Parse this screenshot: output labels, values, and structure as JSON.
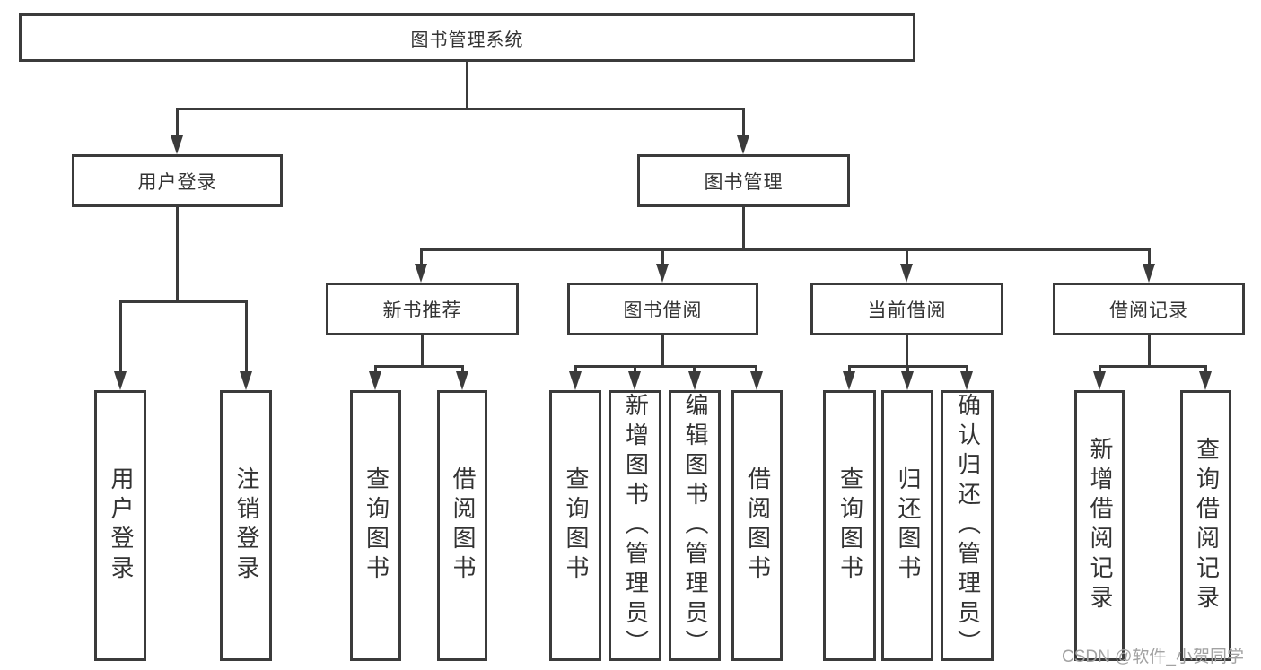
{
  "colors": {
    "line": "#3b3b3b",
    "text": "#333333",
    "background": "#ffffff",
    "watermark": "#a2a2a2"
  },
  "tree": {
    "root": {
      "label": "图书管理系统"
    },
    "children": [
      {
        "label": "用户登录",
        "children": [
          {
            "label": "用户登录"
          },
          {
            "label": "注销登录"
          }
        ]
      },
      {
        "label": "图书管理",
        "children": [
          {
            "label": "新书推荐",
            "children": [
              {
                "label": "查询图书"
              },
              {
                "label": "借阅图书"
              }
            ]
          },
          {
            "label": "图书借阅",
            "children": [
              {
                "label": "查询图书"
              },
              {
                "label": "新增图书（管理员）"
              },
              {
                "label": "编辑图书（管理员）"
              },
              {
                "label": "借阅图书"
              }
            ]
          },
          {
            "label": "当前借阅",
            "children": [
              {
                "label": "查询图书"
              },
              {
                "label": "归还图书"
              },
              {
                "label": "确认归还（管理员）"
              }
            ]
          },
          {
            "label": "借阅记录",
            "children": [
              {
                "label": "新增借阅记录"
              },
              {
                "label": "查询借阅记录"
              }
            ]
          }
        ]
      }
    ]
  },
  "watermark": {
    "text": "CSDN @软件_小贺同学"
  }
}
